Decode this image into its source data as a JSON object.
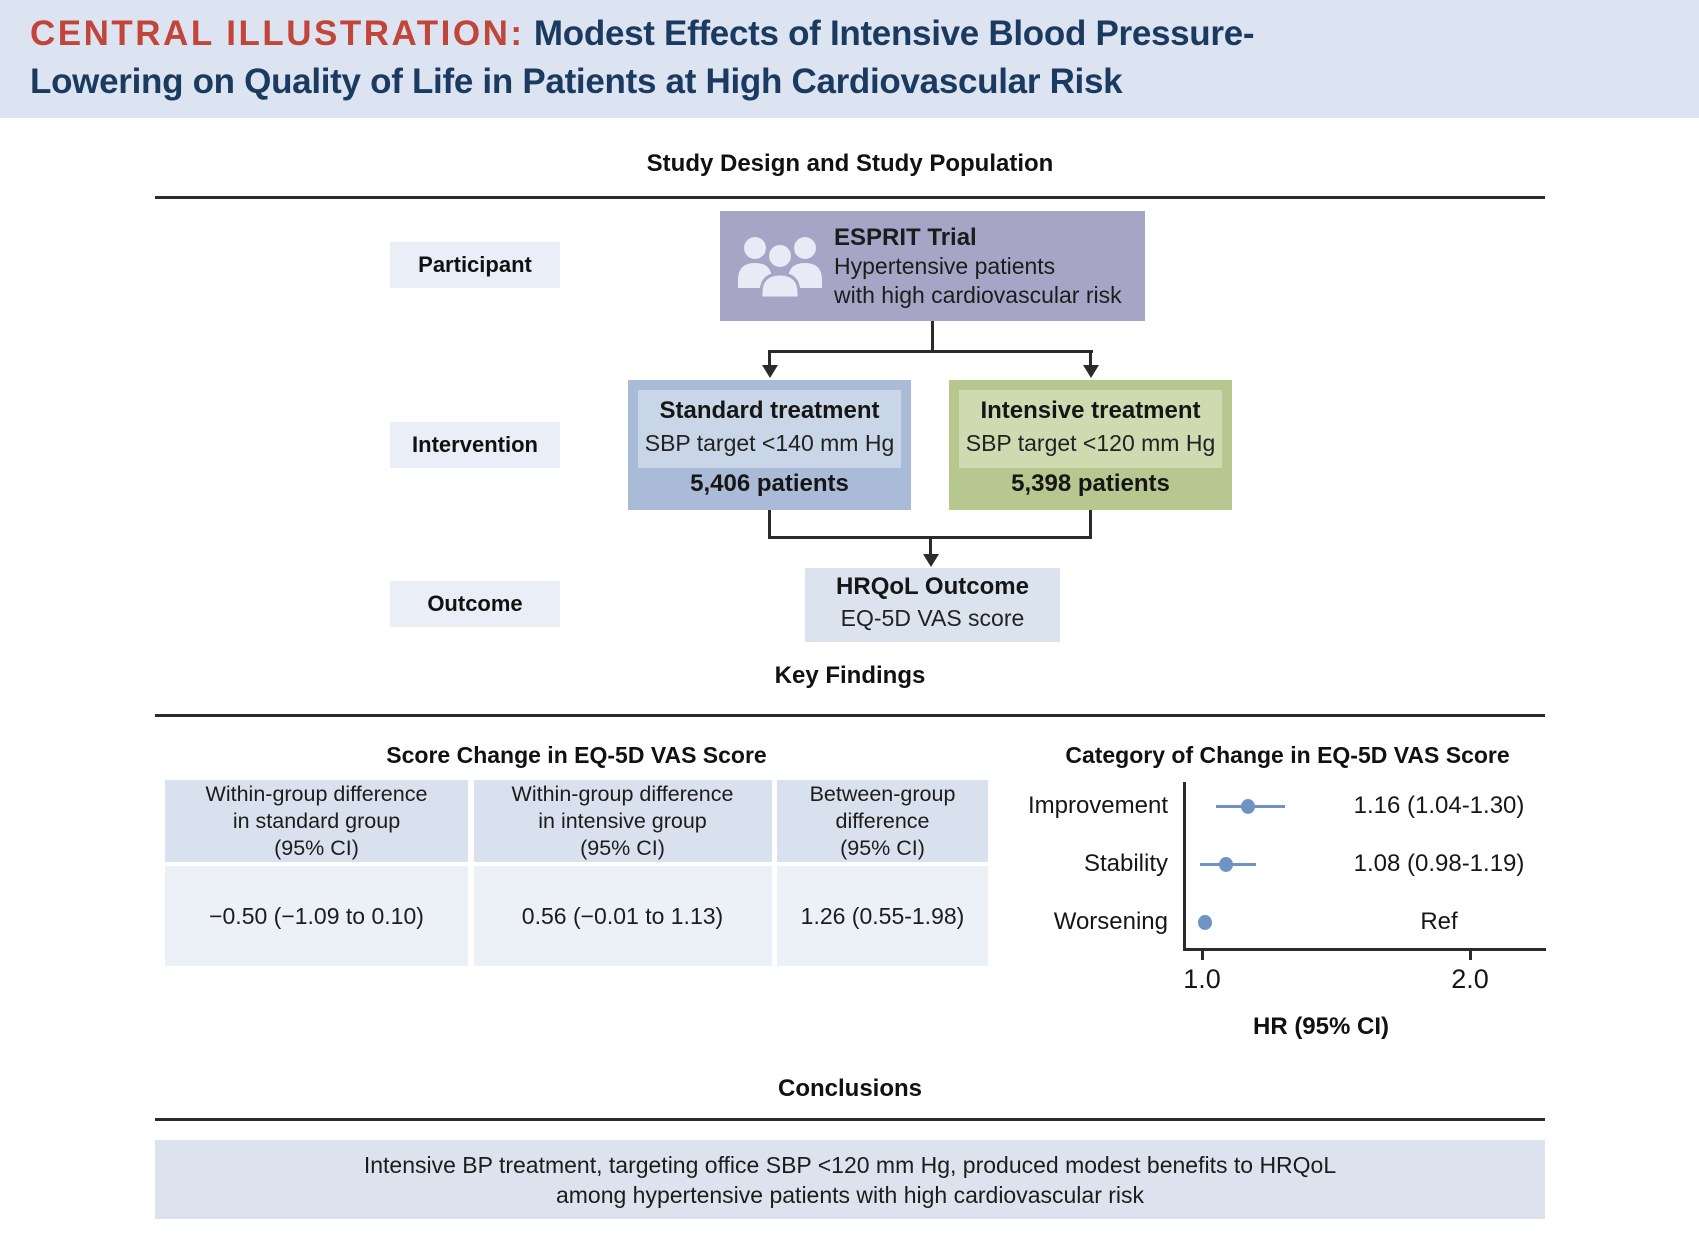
{
  "header": {
    "kicker": "CENTRAL ILLUSTRATION:",
    "title_line1": " Modest Effects of Intensive Blood Pressure-",
    "title_line2": "Lowering on Quality of Life in Patients at High Cardiovascular Risk"
  },
  "section_titles": {
    "study_design": "Study Design and Study Population",
    "key_findings": "Key Findings",
    "conclusions": "Conclusions"
  },
  "diagram": {
    "row_labels": {
      "participant": "Participant",
      "intervention": "Intervention",
      "outcome": "Outcome"
    },
    "trial_box": {
      "icon": "people-group-icon",
      "title": "ESPRIT Trial",
      "line1": "Hypertensive patients",
      "line2": "with high cardiovascular risk"
    },
    "standard_box": {
      "title": "Standard treatment",
      "target": "SBP target <140 mm Hg",
      "patients": "5,406 patients"
    },
    "intensive_box": {
      "title": "Intensive treatment",
      "target": "SBP target <120 mm Hg",
      "patients": "5,398 patients"
    },
    "outcome_box": {
      "title": "HRQoL Outcome",
      "subtitle": "EQ-5D VAS score"
    }
  },
  "score_table": {
    "title": "Score Change in EQ-5D VAS Score",
    "headers": [
      {
        "line1": "Within-group difference",
        "line2": "in standard group",
        "line3": "(95% CI)"
      },
      {
        "line1": "Within-group difference",
        "line2": "in intensive group",
        "line3": "(95% CI)"
      },
      {
        "line1": "Between-group",
        "line2": "difference",
        "line3": "(95% CI)"
      }
    ],
    "values": [
      "−0.50 (−1.09 to 0.10)",
      "0.56 (−0.01 to 1.13)",
      "1.26 (0.55-1.98)"
    ]
  },
  "chart_data": {
    "type": "scatter",
    "subtype": "forest-plot",
    "title": "Category of Change in EQ-5D VAS Score",
    "categories": [
      "Improvement",
      "Stability",
      "Worsening"
    ],
    "points": [
      {
        "label": "Improvement",
        "hr": 1.16,
        "ci_low": 1.04,
        "ci_high": 1.3,
        "value_text": "1.16 (1.04-1.30)"
      },
      {
        "label": "Stability",
        "hr": 1.08,
        "ci_low": 0.98,
        "ci_high": 1.19,
        "value_text": "1.08 (0.98-1.19)"
      },
      {
        "label": "Worsening",
        "hr": 1.0,
        "ci_low": null,
        "ci_high": null,
        "value_text": "Ref",
        "reference": true
      }
    ],
    "xlabel": "HR (95% CI)",
    "xticks": [
      "1.0",
      "2.0"
    ],
    "xtick_values": [
      1.0,
      2.0
    ],
    "xlim": [
      0.93,
      2.35
    ],
    "grid": false,
    "legend": "none"
  },
  "conclusion": {
    "line1": "Intensive BP treatment, targeting office SBP <120 mm Hg, produced modest benefits to HRQoL",
    "line2": "among hypertensive patients with high cardiovascular risk"
  },
  "colors": {
    "header_bg": "#dce3f1",
    "kicker_red": "#c2453a",
    "title_navy": "#1b3a5f",
    "trial_purple": "#a7a5c6",
    "standard_blue": "#a9bbd6",
    "standard_blue_light": "#c9d6e8",
    "intensive_green": "#b6c88f",
    "intensive_green_light": "#cfdab0",
    "label_bg": "#e9eef7",
    "outcome_bg": "#dbe3ee",
    "table_header_bg": "#d9e1ee",
    "table_body_bg": "#ecf1f7",
    "forest_blue": "#6f94c3",
    "conclusion_bg": "#dce3ee",
    "rule": "#2b2b2b"
  }
}
